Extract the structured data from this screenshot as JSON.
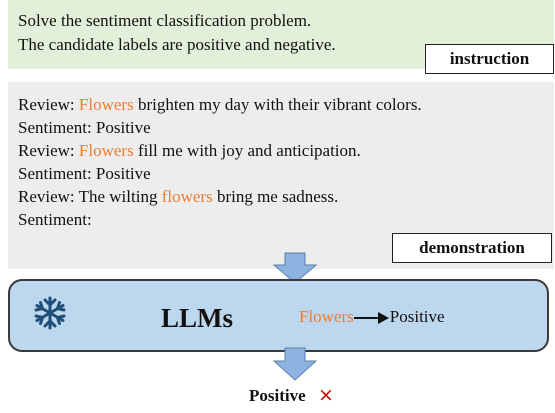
{
  "instruction": {
    "line1": "Solve the sentiment classification problem.",
    "line2": "The candidate labels are positive and negative.",
    "tag": "instruction"
  },
  "demonstration": {
    "examples": [
      {
        "review_prefix": "Review: ",
        "highlight": "Flowers",
        "review_rest": " brighten my day with their vibrant colors.",
        "sentiment": "Sentiment:  Positive"
      },
      {
        "review_prefix": "Review: ",
        "highlight": "Flowers",
        "review_rest": " fill me with joy and anticipation.",
        "sentiment": "Sentiment:  Positive"
      }
    ],
    "query": {
      "review_prefix": "Review: The wilting ",
      "highlight": "flowers",
      "review_rest": " bring me sadness.",
      "sentiment": "Sentiment:"
    },
    "tag": "demonstration"
  },
  "model": {
    "icon": "snowflake-icon",
    "title": "LLMs",
    "shortcut_from": "Flowers",
    "shortcut_to": "Positive"
  },
  "output": {
    "label": "Positive",
    "mark": "×"
  },
  "colors": {
    "instruction_bg": "#e2efd9",
    "demonstration_bg": "#ededed",
    "model_bg": "#bdd7ee",
    "arrow": "#8db3e2",
    "highlight": "#ed7d31",
    "wrong": "#c00000"
  }
}
